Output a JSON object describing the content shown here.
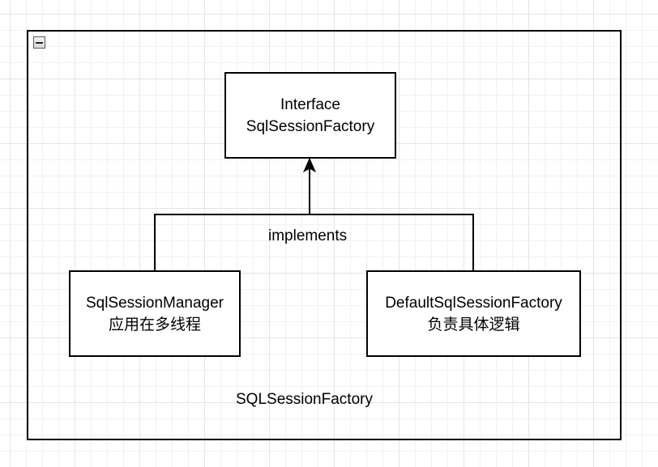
{
  "diagram": {
    "container": {
      "label": "SQLSessionFactory"
    },
    "nodes": {
      "interface": {
        "line1": "Interface",
        "line2": "SqlSessionFactory"
      },
      "manager": {
        "line1": "SqlSessionManager",
        "line2": "应用在多线程"
      },
      "default": {
        "line1": "DefaultSqlSessionFactory",
        "line2": "负责具体逻辑"
      }
    },
    "edge": {
      "label": "implements"
    }
  }
}
